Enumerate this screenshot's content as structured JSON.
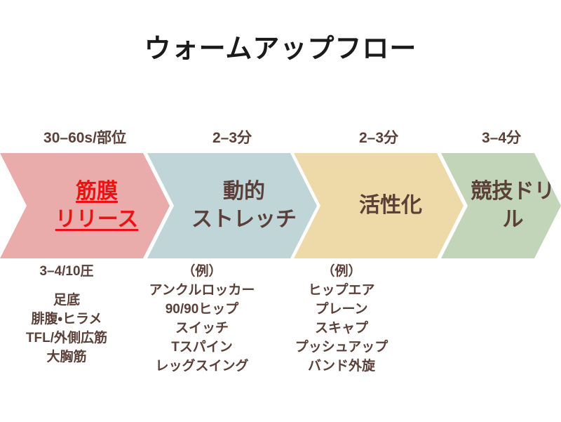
{
  "title": "ウォームアップフロー",
  "colors": {
    "background": "#ffffff",
    "text": "#5a4038",
    "title": "#1a1a1a",
    "accent": "#ee1111",
    "stage1": "#eaabab",
    "stage2": "#bfd5d8",
    "stage3": "#eed9a8",
    "stage4": "#c2d5b8"
  },
  "stages": [
    {
      "duration": "30–60s/部位",
      "label": "筋膜\nリリース",
      "label_line1": "筋膜",
      "label_line2": "リリース",
      "color": "#eaabab",
      "highlighted": true,
      "details": {
        "head": "3–4/10圧",
        "items": [
          "足底",
          "腓腹・ヒラメ",
          "TFL/外側広筋",
          "大胸筋"
        ]
      }
    },
    {
      "duration": "2–3分",
      "label": "動的\nストレッチ",
      "label_line1": "動的",
      "label_line2": "ストレッチ",
      "color": "#bfd5d8",
      "highlighted": false,
      "details": {
        "head": "（例）",
        "items": [
          "アンクルロッカー",
          "90/90ヒップ",
          "スイッチ",
          "Tスパイン",
          "レッグスイング"
        ]
      }
    },
    {
      "duration": "2–3分",
      "label": "活性化",
      "label_line1": "活性化",
      "label_line2": "",
      "color": "#eed9a8",
      "highlighted": false,
      "details": {
        "head": "（例）",
        "items": [
          "ヒップエア",
          "プレーン",
          "スキャプ",
          "プッシュアップ",
          "バンド外旋"
        ]
      }
    },
    {
      "duration": "3–4分",
      "label": "競技ドリル",
      "label_line1": "競技ドリル",
      "label_line2": "",
      "color": "#c2d5b8",
      "highlighted": false,
      "details": {
        "head": "",
        "items": []
      }
    }
  ]
}
